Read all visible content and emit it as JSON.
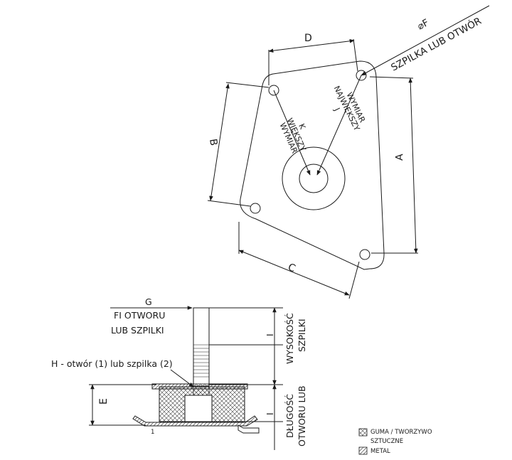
{
  "top_view": {
    "dimensions": {
      "a": "A",
      "b": "B",
      "c": "C",
      "d": "D"
    },
    "hole_symbol": "⌀F",
    "hole_label": "SZPILKA LUB OTWÓR",
    "j_label": {
      "letter": "J",
      "line1": "NAJWIĘKSZY",
      "line2": "WYMIAR"
    },
    "k_label": {
      "letter": "K",
      "line1": "WIĘKSZY",
      "line2": "WYMIAR"
    }
  },
  "side_view": {
    "g_label": "G",
    "g_line1": "FI OTWORU",
    "g_line2": "LUB SZPILKI",
    "h_label": "H - otwór (1) lub szpilka (2)",
    "e_label": "E",
    "i_upper": "I",
    "i_lower": "I",
    "stud_height_line1": "WYSOKOŚĆ",
    "stud_height_line2": "SZPILKI",
    "hole_length_line1": "DŁUGOŚĆ",
    "hole_length_line2": "OTWORU LUB",
    "bottom_mark": "1"
  },
  "legend": {
    "rubber_line1": "GUMA / TWORZYWO",
    "rubber_line2": "SZTUCZNE",
    "metal": "METAL"
  }
}
